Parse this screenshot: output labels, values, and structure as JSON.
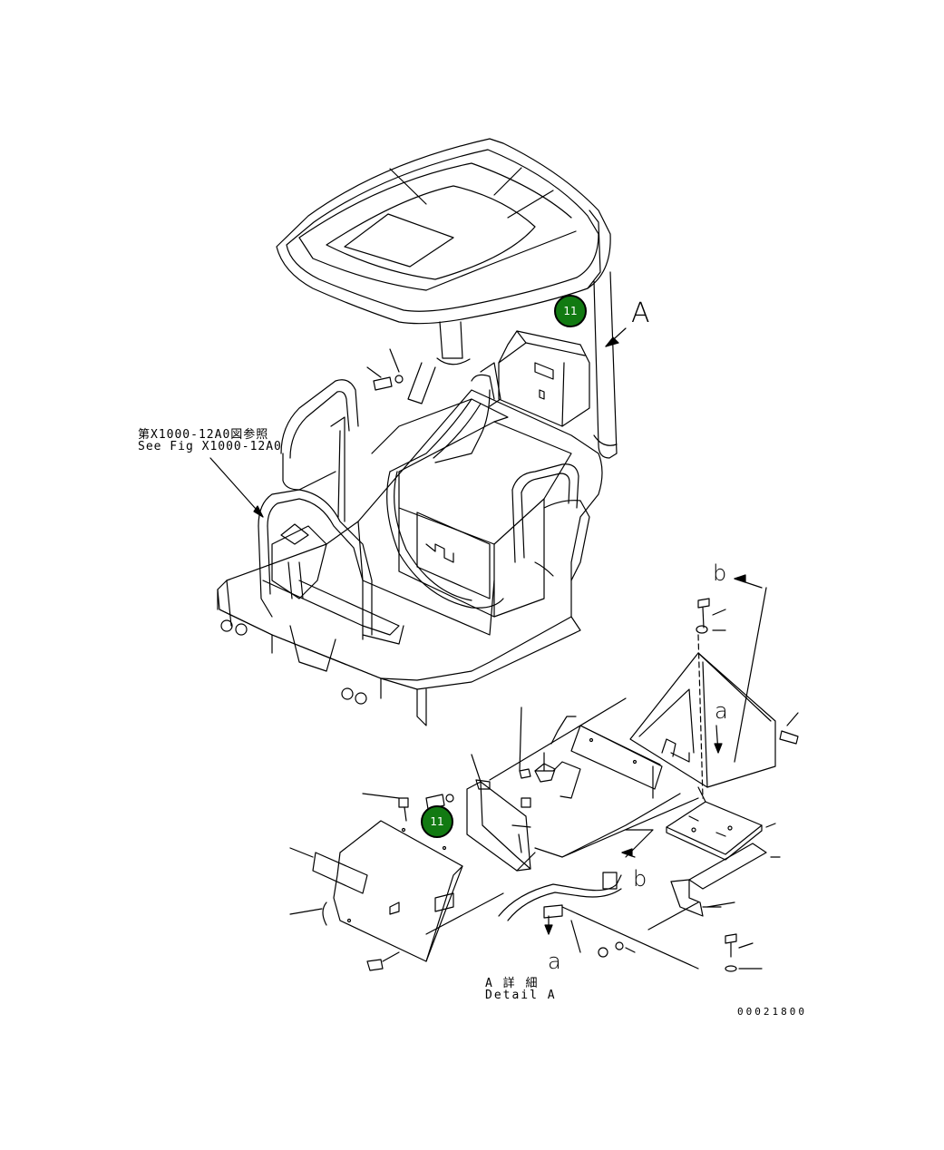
{
  "reference": {
    "jp": "第X1000-12A0図参照",
    "en": "See Fig X1000-12A0"
  },
  "callouts": [
    {
      "label": "11"
    },
    {
      "label": "11"
    }
  ],
  "view_labels": {
    "A": "A",
    "b_upper": "b",
    "b_lower": "b",
    "a_upper": "a",
    "a_lower": "a"
  },
  "detail": {
    "jp": "A 詳 細",
    "en": "Detail A"
  },
  "drawing_number": "00021800"
}
